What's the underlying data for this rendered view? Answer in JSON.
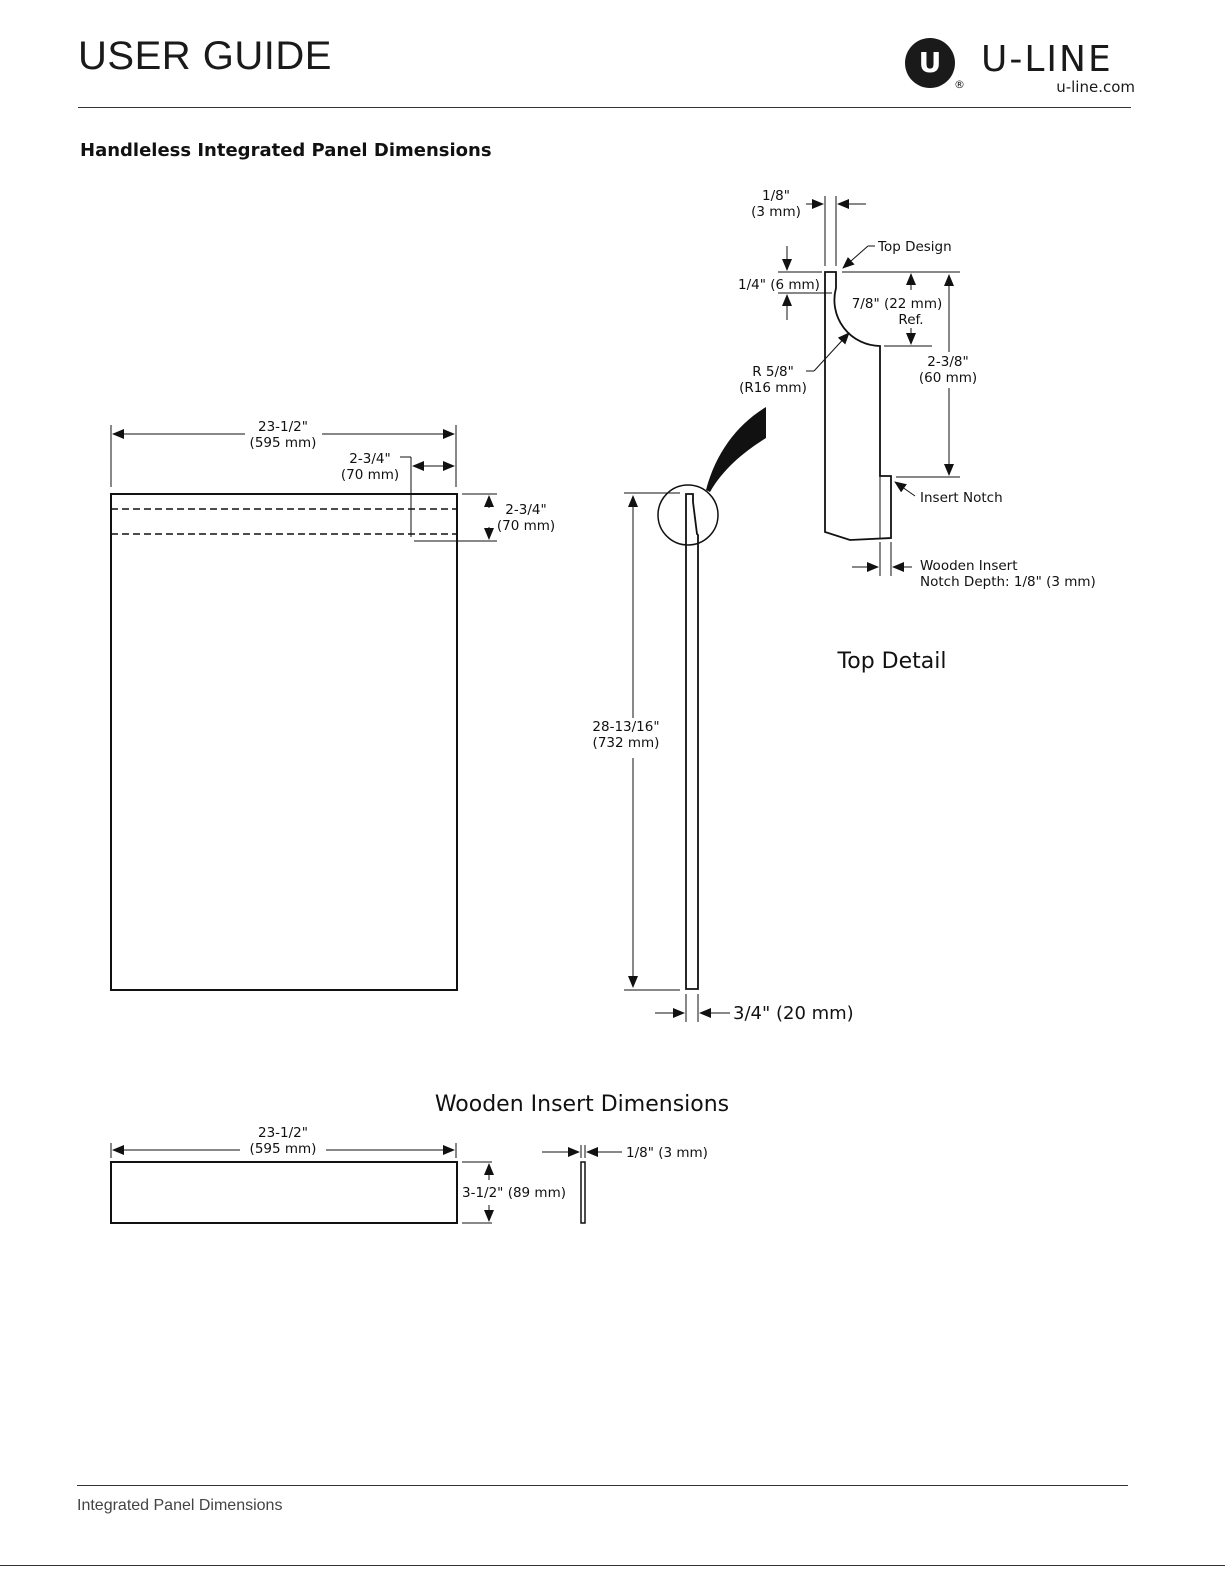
{
  "header": {
    "title": "USER GUIDE",
    "logo_brand": "U-LINE",
    "logo_url": "u-line.com",
    "logo_mark": "U",
    "logo_registered": "®"
  },
  "section": {
    "title": "Handleless Integrated Panel Dimensions"
  },
  "front_view": {
    "width_in": "23-1/2\"",
    "width_mm": "(595 mm)",
    "groove_offset_in": "2-3/4\"",
    "groove_offset_mm": "(70 mm)",
    "groove_height_in": "2-3/4\"",
    "groove_height_mm": "(70 mm)"
  },
  "side_view": {
    "height_in": "28-13/16\"",
    "height_mm": "(732 mm)",
    "thickness": "3/4\" (20 mm)"
  },
  "top_detail": {
    "title": "Top Detail",
    "top_width_in": "1/8\"",
    "top_width_mm": "(3 mm)",
    "top_design": "Top Design",
    "lip_height": "1/4\" (6 mm)",
    "curve_depth": "7/8\" (22 mm)",
    "curve_ref": "Ref.",
    "radius_in": "R 5/8\"",
    "radius_mm": "(R16 mm)",
    "notch_height_in": "2-3/8\"",
    "notch_height_mm": "(60 mm)",
    "insert_notch": "Insert Notch",
    "wooden_insert_1": "Wooden Insert",
    "wooden_insert_2": "Notch Depth: 1/8\" (3 mm)"
  },
  "wooden_insert": {
    "title": "Wooden Insert Dimensions",
    "width_in": "23-1/2\"",
    "width_mm": "(595 mm)",
    "height": "3-1/2\" (89 mm)",
    "thickness": "1/8\" (3 mm)"
  },
  "footer": {
    "text": "Integrated Panel Dimensions"
  }
}
